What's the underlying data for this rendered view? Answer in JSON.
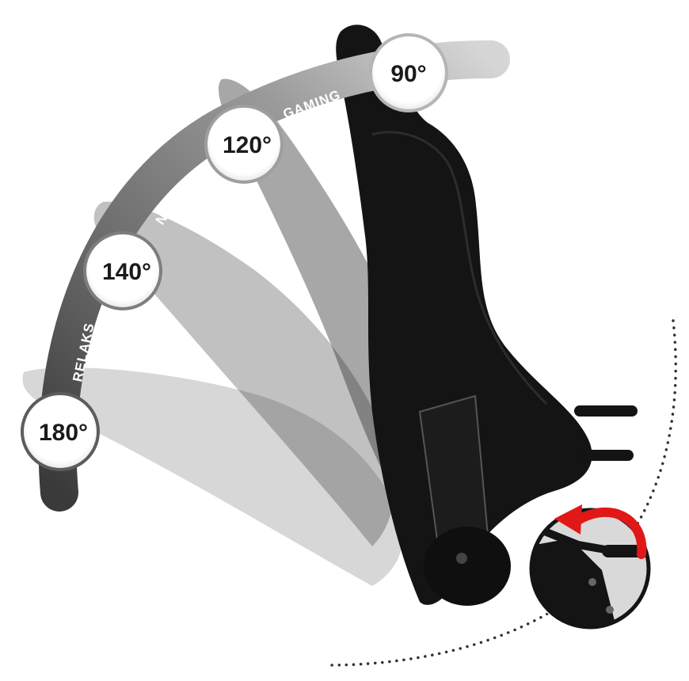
{
  "angles": [
    {
      "degrees": "90°",
      "mode": "GAMING"
    },
    {
      "degrees": "120°",
      "mode": "NAUKA"
    },
    {
      "degrees": "140°",
      "mode": "RELAKS"
    },
    {
      "degrees": "180°",
      "mode": ""
    }
  ],
  "colors": {
    "arc_dark": "#3a3a3a",
    "arc_mid": "#8a8a8a",
    "arc_light": "#cfcfcf",
    "chair": "#141414",
    "rotation_arrow": "#e01818"
  },
  "icons": [
    "recline-lever-detail",
    "rotation-arrow-icon"
  ]
}
